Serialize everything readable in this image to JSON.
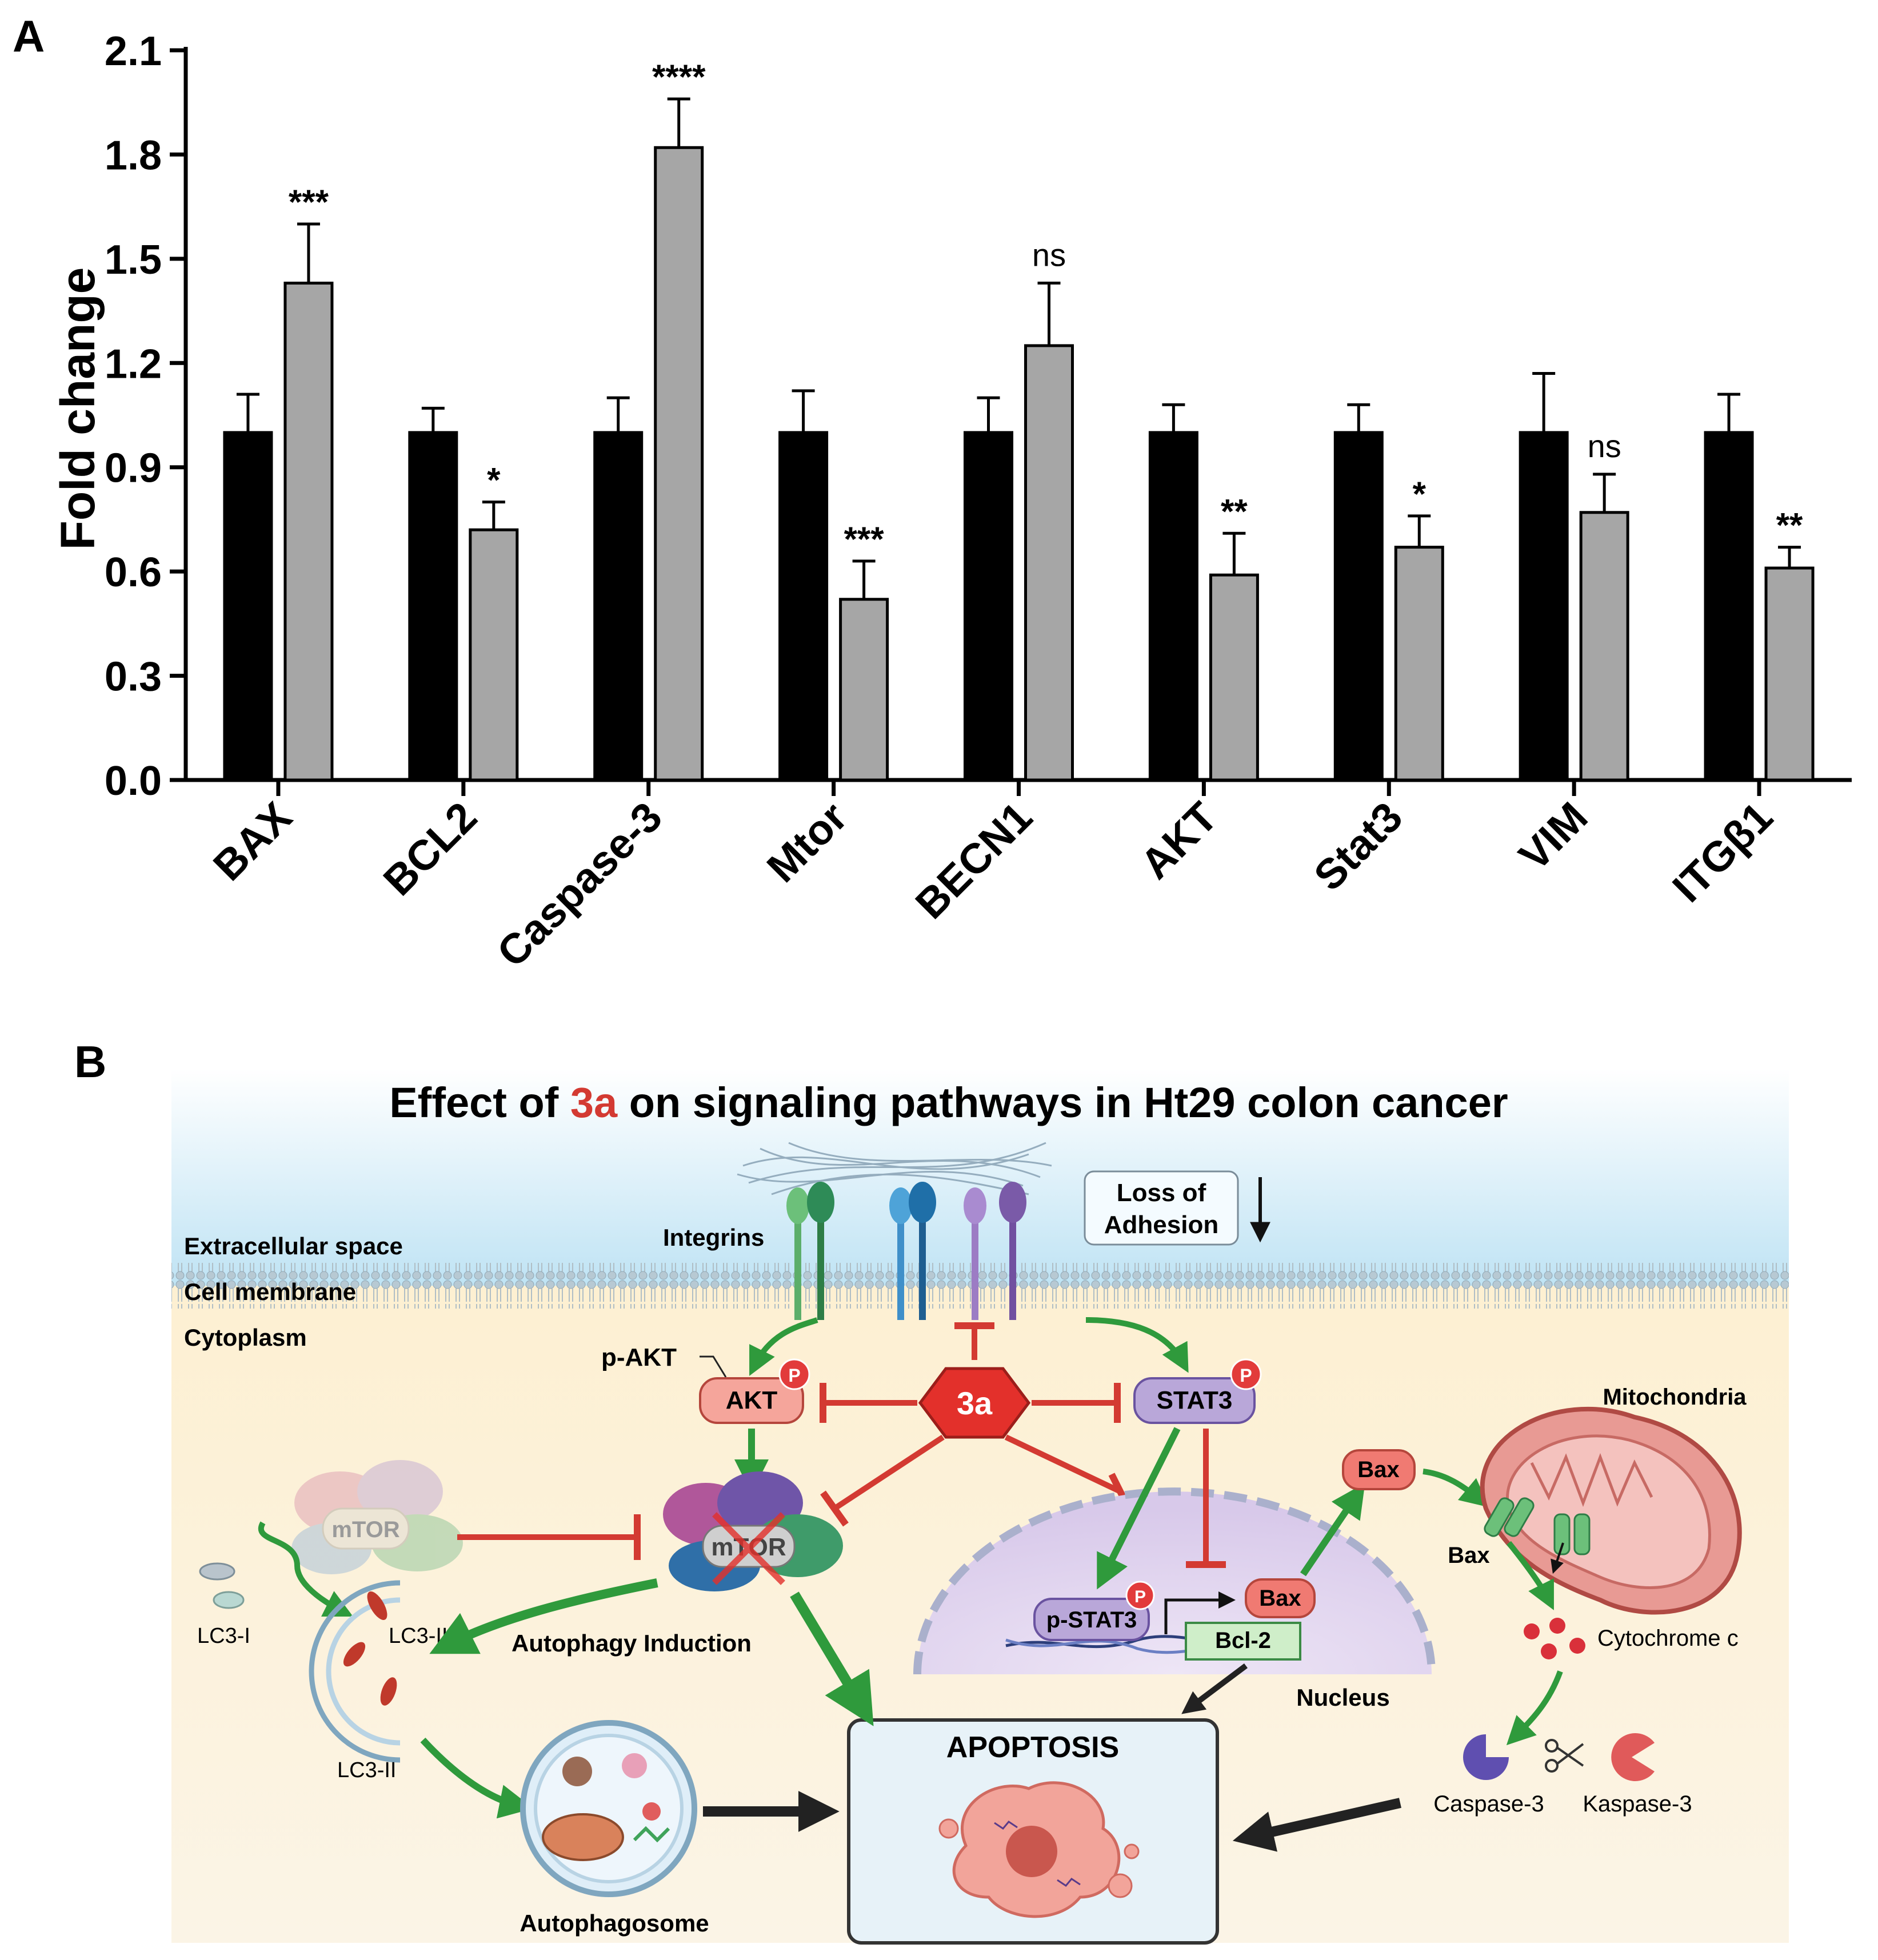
{
  "panel_a": {
    "label": "A"
  },
  "panel_b": {
    "label": "B"
  },
  "chart_data": {
    "type": "bar",
    "ylabel": "Fold change",
    "xlabel": "",
    "ylim": [
      0,
      2.1
    ],
    "yticks": [
      "0.0",
      "0.3",
      "0.6",
      "0.9",
      "1.2",
      "1.5",
      "1.8",
      "2.1"
    ],
    "ytick_values": [
      0,
      0.3,
      0.6,
      0.9,
      1.2,
      1.5,
      1.8,
      2.1
    ],
    "categories": [
      "BAX",
      "BCL2",
      "Caspase-3",
      "Mtor",
      "BECN1",
      "AKT",
      "Stat3",
      "VIM",
      "ITGβ1"
    ],
    "series": [
      {
        "color": "#000000",
        "values": [
          1.0,
          1.0,
          1.0,
          1.0,
          1.0,
          1.0,
          1.0,
          1.0,
          1.0
        ],
        "errors": [
          0.11,
          0.07,
          0.1,
          0.12,
          0.1,
          0.08,
          0.08,
          0.17,
          0.11
        ]
      },
      {
        "color": "#a6a6a6",
        "values": [
          1.43,
          0.72,
          1.82,
          0.52,
          1.25,
          0.59,
          0.67,
          0.77,
          0.61
        ],
        "errors": [
          0.17,
          0.08,
          0.14,
          0.11,
          0.18,
          0.12,
          0.09,
          0.11,
          0.06
        ]
      }
    ],
    "significance": [
      "***",
      "*",
      "****",
      "***",
      "ns",
      "**",
      "*",
      "ns",
      "**"
    ],
    "grid": false
  },
  "diagram": {
    "title_pre": "Effect of ",
    "title_compound": "3a",
    "title_post": " on signaling pathways in Ht29 colon cancer",
    "region_extracellular": "Extracellular space",
    "region_membrane": "Cell membrane",
    "region_cytoplasm": "Cytoplasm",
    "integrins": "Integrins",
    "loss_adhesion_1": "Loss of",
    "loss_adhesion_2": "Adhesion",
    "p_akt": "p-AKT",
    "akt": "AKT",
    "p": "P",
    "compound": "3a",
    "stat3": "STAT3",
    "mtor_faded": "mTOR",
    "mtor": "mTOR",
    "lc3_i": "LC3-I",
    "lc3_ii_a": "LC3-II",
    "lc3_ii_b": "LC3-II",
    "autophagy_induction": "Autophagy Induction",
    "autophagosome": "Autophagosome",
    "apoptosis": "APOPTOSIS",
    "p_stat3": "p-STAT3",
    "bax_nucleus": "Bax",
    "bcl2": "Bcl-2",
    "nucleus": "Nucleus",
    "bax_cyto": "Bax",
    "mitochondria": "Mitochondria",
    "bax_mito": "Bax",
    "cytochrome": "Cytochrome c",
    "caspase": "Caspase-3",
    "kaspase": "Kaspase-3",
    "colors": {
      "green": "#2f9a3c",
      "red": "#d33a32",
      "akt_fill": "#f5a59b",
      "stat3_fill": "#b9a7d9",
      "sky": "#d6eef8",
      "cytoplasm": "#fbf1da",
      "nucleus": "#e6dcf0"
    }
  }
}
